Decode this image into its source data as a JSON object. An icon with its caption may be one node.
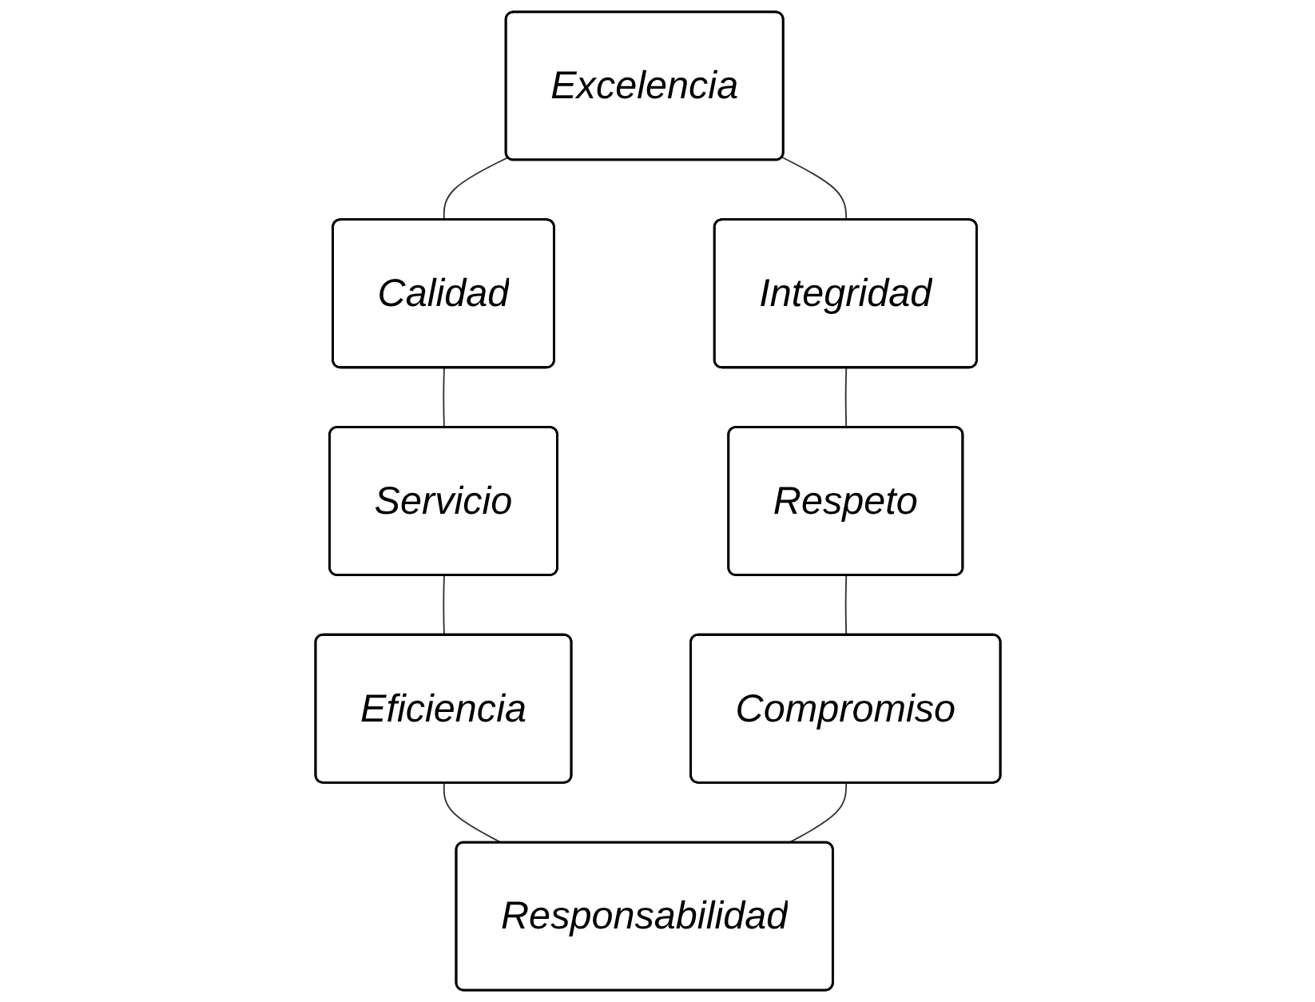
{
  "diagram": {
    "nodes": [
      {
        "text": [
          "Excelencia"
        ]
      },
      {
        "text": [
          "Integridad"
        ]
      },
      {
        "text": [
          "Calidad"
        ]
      },
      {
        "text": [
          "Respeto"
        ]
      },
      {
        "text": [
          "Servicio"
        ]
      },
      {
        "text": [
          "Compromiso"
        ]
      },
      {
        "text": [
          "Eficiencia"
        ]
      },
      {
        "text": [
          "Responsabilidad"
        ]
      }
    ],
    "edges": [
      {
        "from": 0,
        "to": 2,
        "arrow": "none"
      },
      {
        "from": 2,
        "to": 4,
        "arrow": "none"
      },
      {
        "from": 4,
        "to": 6,
        "arrow": "none"
      },
      {
        "from": 6,
        "to": 7,
        "arrow": "none"
      },
      {
        "from": 0,
        "to": 1,
        "arrow": "none"
      },
      {
        "from": 1,
        "to": 3,
        "arrow": "none"
      },
      {
        "from": 3,
        "to": 5,
        "arrow": "none"
      },
      {
        "from": 5,
        "to": 7,
        "arrow": "none"
      }
    ]
  }
}
